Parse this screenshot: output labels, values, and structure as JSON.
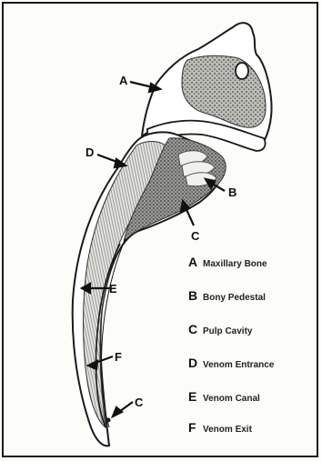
{
  "callouts": {
    "a": "A",
    "b": "B",
    "c_pulp": "C",
    "d": "D",
    "e": "E",
    "f": "F",
    "c_tip": "C"
  },
  "legend": [
    {
      "key": "A",
      "text": "Maxillary Bone"
    },
    {
      "key": "B",
      "text": "Bony Pedestal"
    },
    {
      "key": "C",
      "text": "Pulp Cavity"
    },
    {
      "key": "D",
      "text": "Venom Entrance"
    },
    {
      "key": "E",
      "text": "Venom Canal"
    },
    {
      "key": "F",
      "text": "Venom Exit"
    }
  ]
}
